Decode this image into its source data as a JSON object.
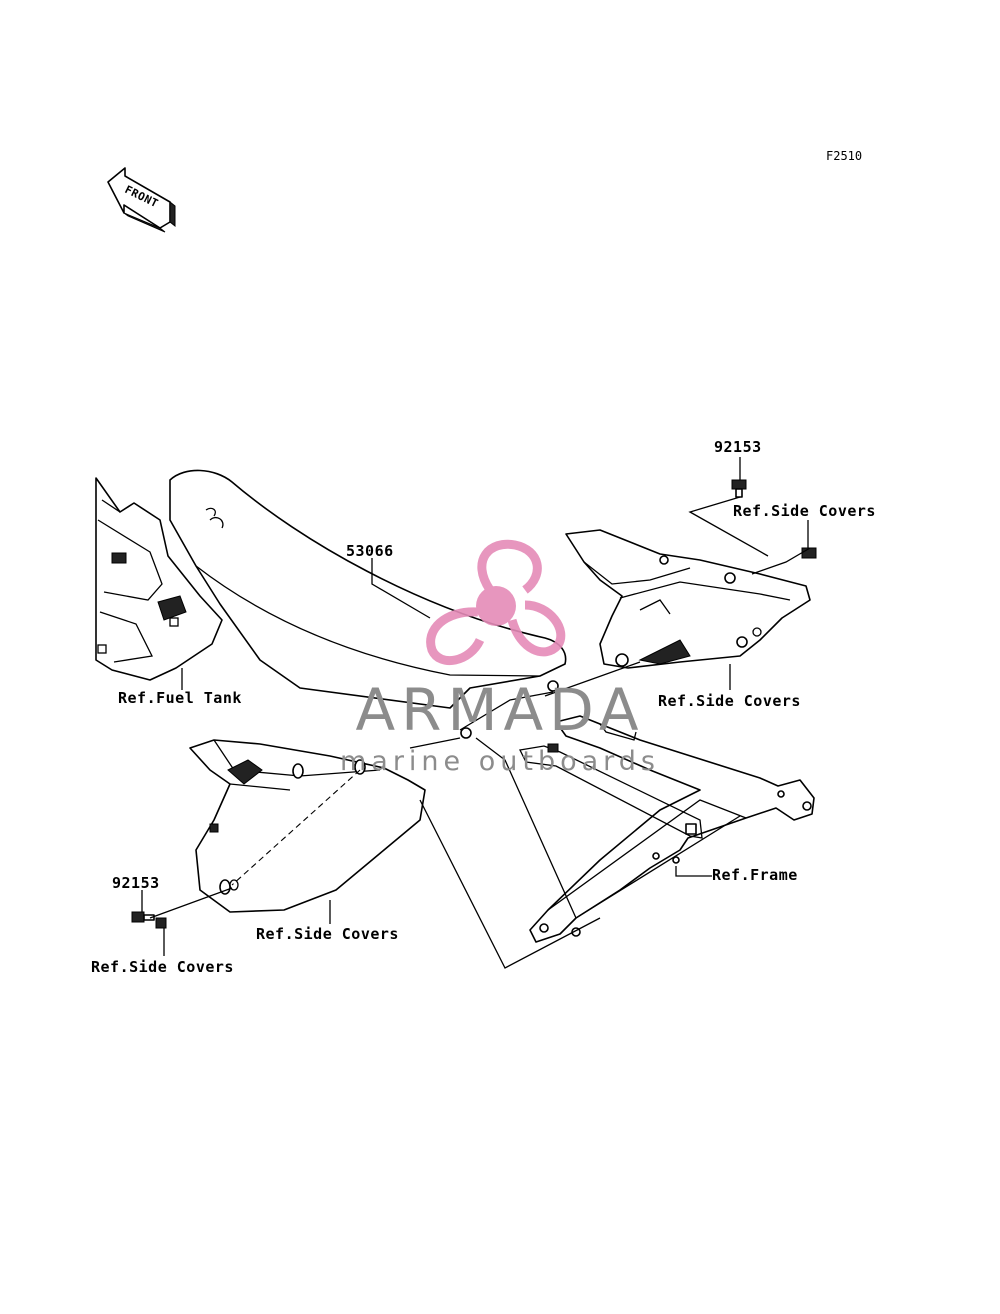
{
  "figure_code": "F2510",
  "front_arrow_text": "FRONT",
  "labels": {
    "seat_part_no": "53066",
    "bolt_top_part_no": "92153",
    "bolt_bottom_part_no": "92153",
    "ref_fuel_tank": "Ref.Fuel Tank",
    "ref_side_covers_top_right": "Ref.Side Covers",
    "ref_side_covers_right": "Ref.Side Covers",
    "ref_side_covers_left": "Ref.Side Covers",
    "ref_side_covers_bottom": "Ref.Side Covers",
    "ref_frame": "Ref.Frame"
  },
  "watermark": {
    "brand": "ARMADA",
    "tagline": "marine outboards",
    "logo_color": "#e58bb8",
    "text_color": "#8c8c8c"
  }
}
